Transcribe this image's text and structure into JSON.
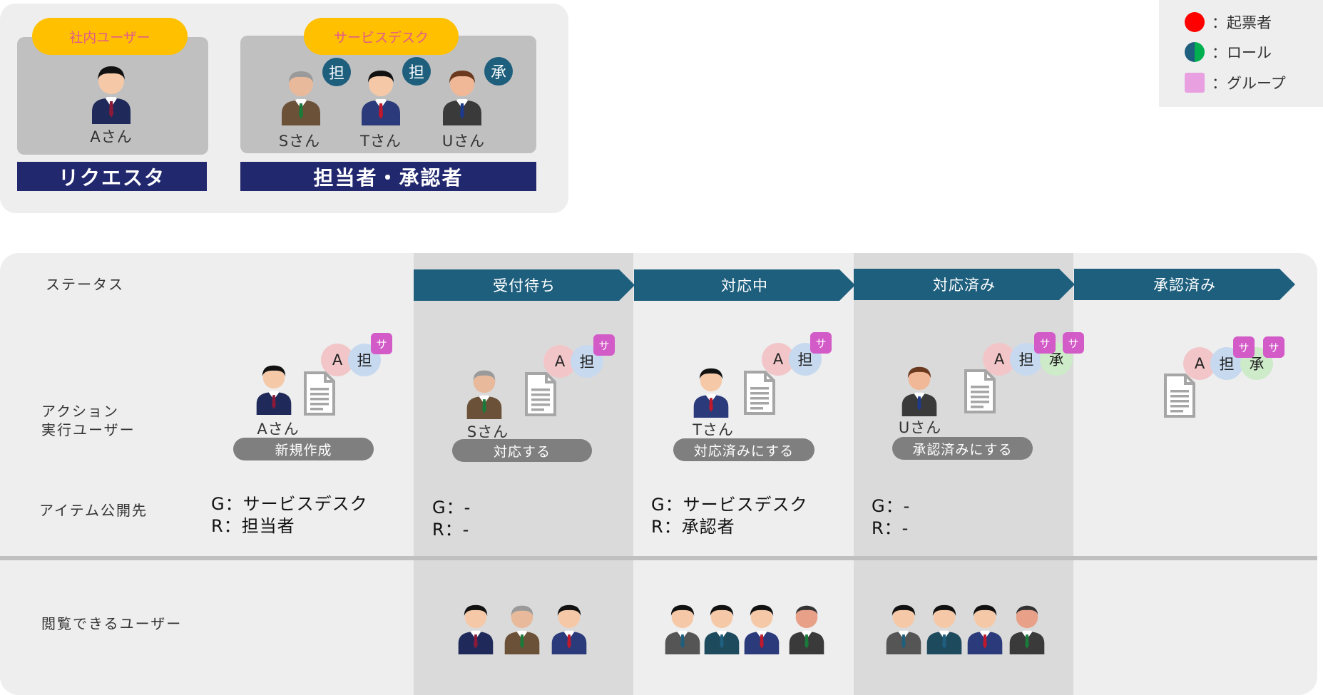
{
  "top": {
    "requester": {
      "group_label": "社内ユーザー",
      "person": "Aさん",
      "title": "リクエスタ"
    },
    "assignees": {
      "group_label": "サービスデスク",
      "title": "担当者・承認者",
      "people": [
        {
          "name": "Sさん",
          "role": "担"
        },
        {
          "name": "Tさん",
          "role": "担"
        },
        {
          "name": "Uさん",
          "role": "承"
        }
      ]
    }
  },
  "legend": {
    "items": [
      {
        "text": "：起票者",
        "color": "#ff0000"
      },
      {
        "text": "：ロール",
        "color": "#1e5f7e",
        "color2": "#00b050"
      },
      {
        "text": "：グループ",
        "color": "#e8a0e0"
      }
    ]
  },
  "rows": {
    "status": "ステータス",
    "action_line1": "アクション",
    "action_line2": "実行ユーザー",
    "publish": "アイテム公開先",
    "viewers": "閲覧できるユーザー"
  },
  "statuses": [
    "受付待ち",
    "対応中",
    "対応済み",
    "承認済み"
  ],
  "badges": {
    "creator": "A",
    "assignee": "担",
    "approver": "承",
    "group": "サ"
  },
  "steps": [
    {
      "user": "Aさん",
      "action": "新規作成",
      "g": "G：サービスデスク",
      "r": "R：担当者"
    },
    {
      "user": "Sさん",
      "action": "対応する",
      "g": "G：-",
      "r": "R：-"
    },
    {
      "user": "Tさん",
      "action": "対応済みにする",
      "g": "G：サービスデスク",
      "r": "R：承認者"
    },
    {
      "user": "Uさん",
      "action": "承認済みにする",
      "g": "G：-",
      "r": "R：-"
    }
  ],
  "colors": {
    "title_bar": "#22286e",
    "role": "#1e5f7e",
    "accent_yellow": "#ffc000",
    "group": "#d35bc8"
  }
}
